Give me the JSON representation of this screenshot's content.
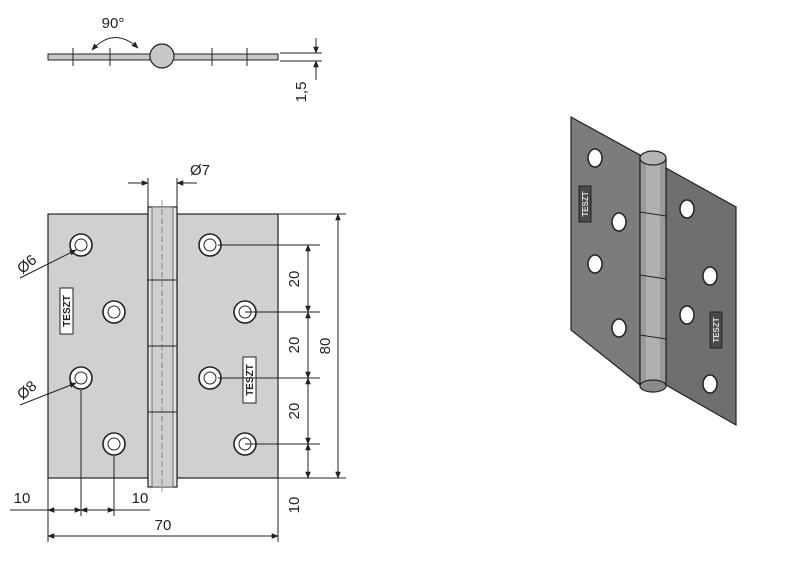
{
  "dimensions": {
    "angle": "90°",
    "thickness": "1,5",
    "pin_diameter": "Ø7",
    "hole_small": "Ø6",
    "hole_large": "Ø8",
    "spacing_1": "20",
    "spacing_2": "20",
    "spacing_3": "20",
    "height_total": "80",
    "bottom_offset": "10",
    "left_offset": "10",
    "hole_offset": "10",
    "width_total": "70"
  },
  "brand_mark": "TESZT",
  "colors": {
    "plate_2d": "#d0d0d0",
    "plate_3d": "#7c7c7c",
    "outline": "#222222"
  }
}
